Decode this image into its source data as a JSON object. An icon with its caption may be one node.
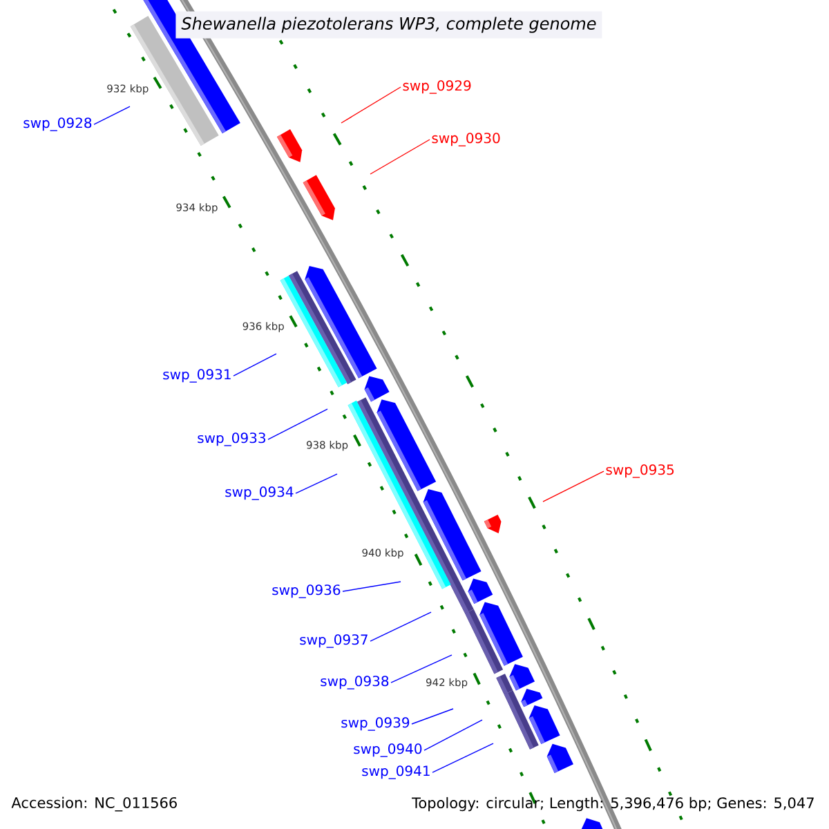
{
  "diagram": {
    "title": "*Shewanella piezotolerans* WP3, complete genome",
    "nodes": [
      {
        "text": [
          "swp_0929"
        ]
      },
      {
        "text": [
          "swp_0928"
        ]
      },
      {
        "text": [
          "swp_0930"
        ]
      },
      {
        "text": [
          "swp_0931"
        ]
      },
      {
        "text": [
          "swp_0933"
        ]
      },
      {
        "text": [
          "swp_0935"
        ]
      },
      {
        "text": [
          "swp_0934"
        ]
      },
      {
        "text": [
          "swp_0936"
        ]
      },
      {
        "text": [
          "swp_0937"
        ]
      },
      {
        "text": [
          "swp_0938"
        ]
      },
      {
        "text": [
          "swp_0939"
        ]
      },
      {
        "text": [
          "swp_0940"
        ]
      },
      {
        "text": [
          "swp_0941"
        ]
      }
    ],
    "edges": [
      {
        "from": 0,
        "to": null,
        "arrow": "none",
        "color": "#ff0000"
      },
      {
        "from": 1,
        "to": null,
        "arrow": "none"
      },
      {
        "from": 2,
        "to": null,
        "arrow": "none",
        "color": "#ff0000"
      },
      {
        "from": 3,
        "to": null,
        "arrow": "none"
      },
      {
        "from": 4,
        "to": null,
        "arrow": "none"
      },
      {
        "from": 5,
        "to": null,
        "arrow": "none",
        "color": "#ff0000"
      },
      {
        "from": 6,
        "to": null,
        "arrow": "none"
      },
      {
        "from": 7,
        "to": null,
        "arrow": "none"
      },
      {
        "from": 8,
        "to": null,
        "arrow": "none"
      },
      {
        "from": 9,
        "to": null,
        "arrow": "none"
      },
      {
        "from": 10,
        "to": null,
        "arrow": "none"
      },
      {
        "from": 11,
        "to": null,
        "arrow": "none"
      },
      {
        "from": 12,
        "to": null,
        "arrow": "none"
      }
    ],
    "labels": [
      "932 kbp",
      "934 kbp",
      "936 kbp",
      "938 kbp",
      "940 kbp",
      "942 kbp",
      "Accession: NC_011566",
      "Topology: circular; Length: 5,396,476 bp; Genes: 5,047"
    ]
  }
}
